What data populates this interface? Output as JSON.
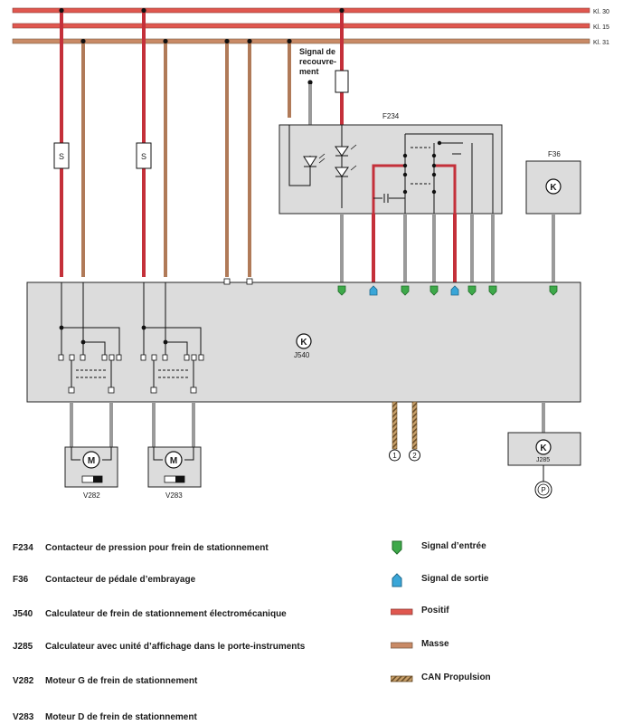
{
  "rails": [
    {
      "label": "Kl. 30",
      "color": "#e0574f"
    },
    {
      "label": "Kl. 15",
      "color": "#e0574f"
    },
    {
      "label": "Kl. 31",
      "color": "#c98a66"
    }
  ],
  "annotations": {
    "signal_recouvrement": [
      "Signal de",
      "recouvre-",
      "ment"
    ],
    "fuse_letter": "S",
    "motor_letter": "M",
    "p_symbol": "P",
    "can_1": "1",
    "can_2": "2"
  },
  "components": {
    "F234": "F234",
    "F36": "F36",
    "J540": "J540",
    "J285": "J285",
    "V282": "V282",
    "V283": "V283"
  },
  "legend": [
    {
      "code": "F234",
      "text": "Contacteur de pression pour frein de stationnement"
    },
    {
      "code": "F36",
      "text": "Contacteur de pédale d’embrayage"
    },
    {
      "code": "J540",
      "text": "Calculateur de frein de stationnement électromécanique"
    },
    {
      "code": "J285",
      "text": "Calculateur avec unité d’affichage dans le porte-instruments"
    },
    {
      "code": "V282",
      "text": "Moteur G de frein de stationnement"
    },
    {
      "code": "V283",
      "text": "Moteur D de frein de stationnement"
    }
  ],
  "legend_symbols": [
    {
      "icon": "input-signal-icon",
      "text": "Signal d’entrée",
      "color": "#3ea94a"
    },
    {
      "icon": "output-signal-icon",
      "text": "Signal de sortie",
      "color": "#3aa6d8"
    },
    {
      "icon": "positive-wire-icon",
      "text": "Positif",
      "color": "#e0574f"
    },
    {
      "icon": "ground-wire-icon",
      "text": "Masse",
      "color": "#c98a66"
    },
    {
      "icon": "can-bus-icon",
      "text": "CAN Propulsion",
      "color": "#b38a4e"
    }
  ]
}
